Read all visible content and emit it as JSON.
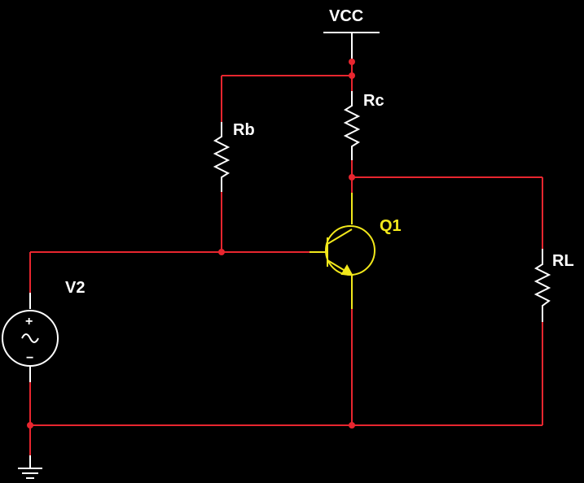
{
  "colors": {
    "background": "#000000",
    "wire": "#e8262f",
    "component": "#ffffff",
    "transistor": "#f2e81b",
    "junction": "#e8262f",
    "label_white": "#ffffff",
    "label_yellow": "#f2e81b"
  },
  "labels": {
    "vcc": "VCC",
    "rc": "Rc",
    "rb": "Rb",
    "q1": "Q1",
    "rl": "RL",
    "v2": "V2",
    "v2_plus": "+",
    "v2_minus": "−"
  }
}
